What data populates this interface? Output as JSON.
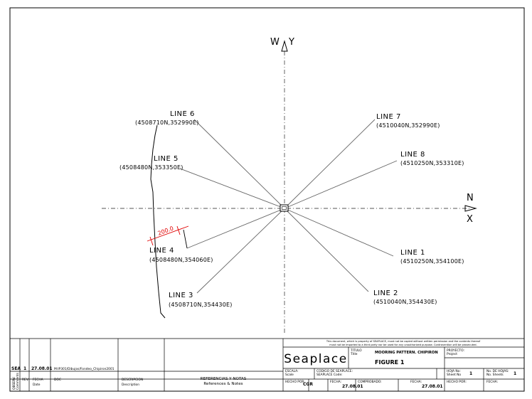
{
  "axes": {
    "north_east": "W",
    "north_y": "Y",
    "east_n": "N",
    "east_x": "X"
  },
  "lines": [
    {
      "name": "LINE 6",
      "coord": "(4508710N,352990E)"
    },
    {
      "name": "LINE 5",
      "coord": "(4508480N,353350E)"
    },
    {
      "name": "LINE 4",
      "coord": "(4508480N,354060E)"
    },
    {
      "name": "LINE 3",
      "coord": "(4508710N,354430E)"
    },
    {
      "name": "LINE 7",
      "coord": "(4510040N,352990E)"
    },
    {
      "name": "LINE 8",
      "coord": "(4510250N,353310E)"
    },
    {
      "name": "LINE 1",
      "coord": "(4510250N,354100E)"
    },
    {
      "name": "LINE 2",
      "coord": "(4510040N,354430E)"
    }
  ],
  "dimension": {
    "value": "200.0",
    "color": "#e00000"
  },
  "title_block": {
    "notice_1": "This document, which is property of SEAPLACE, must not be copied without written permission and the contents thereof",
    "notice_2": "must not be imported to a third party nor be used for any unauthorized purpose.  Contravention will be prosecuted.",
    "brand": "Seaplace",
    "titulo": "TITULO",
    "title_en": "Title",
    "drawing_title": "MOORING PATTERN. CHIPIRON",
    "figure": "FIGURE 1",
    "proyecto": "PROYECTO:",
    "project_en": "Project",
    "hoja_no": "HOJA No:",
    "sheet_no": "Sheet No",
    "sheet_value": "1",
    "no_hojas": "No. DE HOJAS:",
    "no_sheets": "No. Sheets",
    "sheets_value": "1",
    "escala": "ESCALA:",
    "scale_en": "Scale",
    "codigo": "CODIGO DE SEAPLACE:",
    "code_en": "SEAPLACE Code:",
    "hecho_por": "HECHO POR:",
    "hecho_value": "CGR",
    "fecha": "FECHA:",
    "fecha_value_1": "27.08.01",
    "comprobado": "COMPROBADO:",
    "fecha_value_2": "27.08.01",
    "hecho_por_2": "HECHO POR:",
    "fecha_2": "FECHA:"
  },
  "revision_block": {
    "side_label_1": "OBSERV.",
    "side_label_2": "Comments",
    "rev_id": "SEA",
    "rev_no": "1",
    "rev_date": "27.08.01",
    "rev_file": "M:IP301/Dibujos/Fondeo_Chipiron2001",
    "hdr_rev": "REV.",
    "hdr_fecha": "FECHA",
    "hdr_date": "Date",
    "hdr_doc": "DOC",
    "hdr_desc": "DESCRIPCION",
    "hdr_desc_en": "Description",
    "ref_es": "REFERENCIAS Y NOTAS",
    "ref_en": "References & Notes"
  }
}
